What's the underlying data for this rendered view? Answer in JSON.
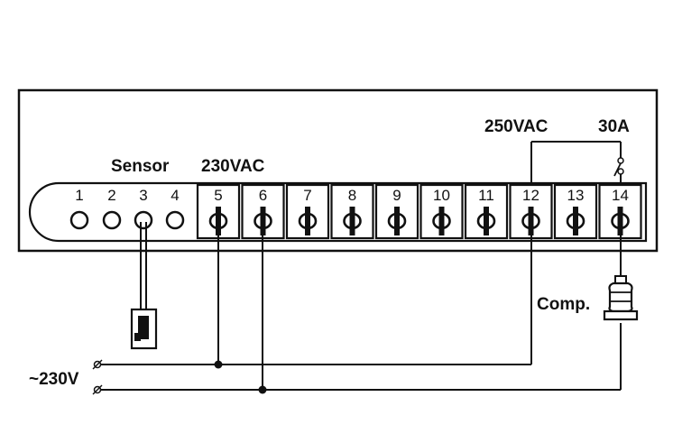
{
  "labels": {
    "sensor": "Sensor",
    "supply": "230VAC",
    "relay_voltage": "250VAC",
    "relay_current": "30A",
    "compressor": "Comp.",
    "mains": "~230V"
  },
  "terminals": {
    "sensor_inputs": [
      "1",
      "2",
      "3",
      "4"
    ],
    "screw_terminals": [
      "5",
      "6",
      "7",
      "8",
      "9",
      "10",
      "11",
      "12",
      "13",
      "14"
    ]
  },
  "colors": {
    "line": "#111111",
    "background": "#ffffff"
  }
}
